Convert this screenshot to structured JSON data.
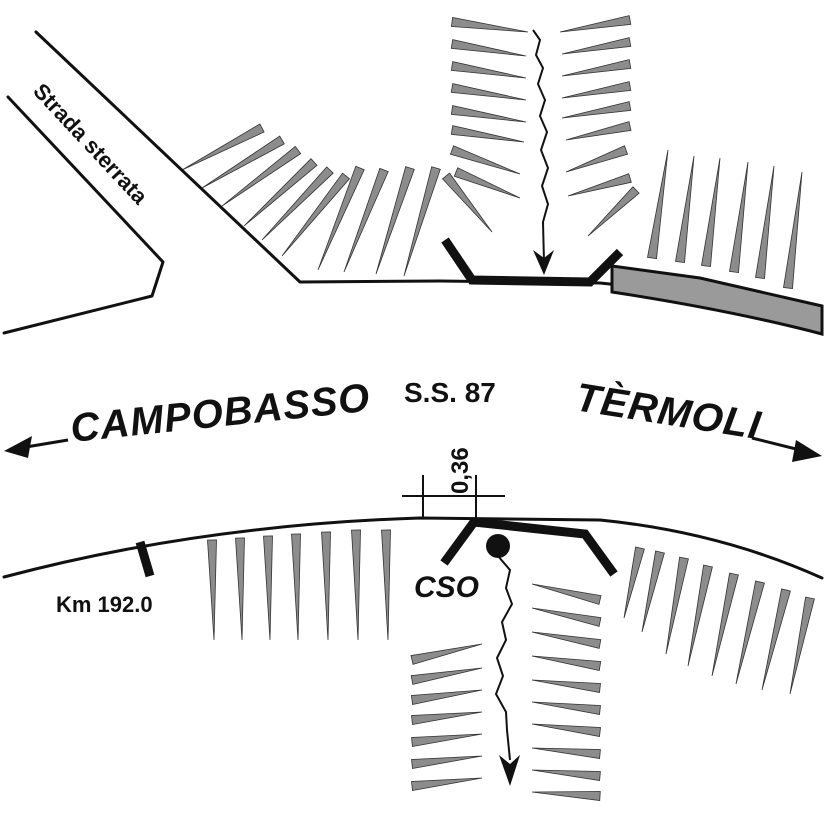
{
  "labels": {
    "dirt_road": "Strada sterrata",
    "west_town": "CAMPOBASSO",
    "highway": "S.S. 87",
    "east_town": "TÈRMOLI",
    "dimension": "0,36",
    "kilometer": "Km 192.0",
    "culvert_code": "CSO"
  },
  "colors": {
    "line": "#111111",
    "hatch_fill": "#8c8c8c",
    "pavement_fill": "#9a9a9a",
    "background": "#ffffff"
  }
}
